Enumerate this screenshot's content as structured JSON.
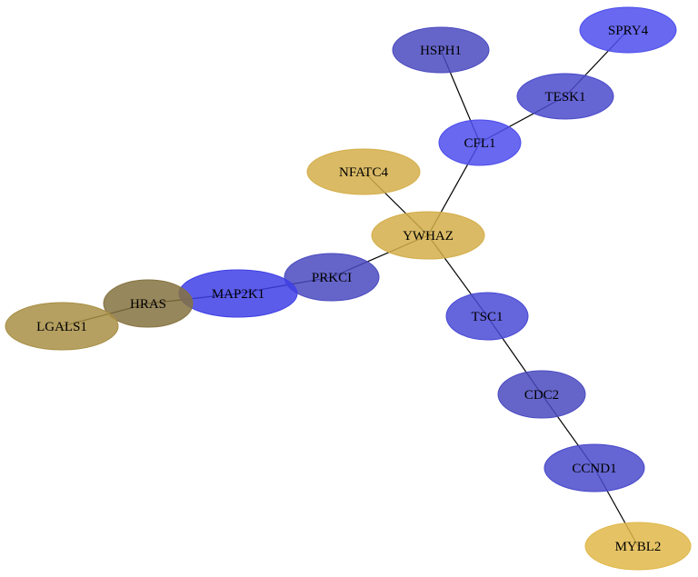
{
  "nodes": [
    {
      "id": "SPRY4",
      "label": "SPRY4",
      "color": "#4d4ded"
    },
    {
      "id": "HSPH1",
      "label": "HSPH1",
      "color": "#4a4ac0"
    },
    {
      "id": "TESK1",
      "label": "TESK1",
      "color": "#4a4acb"
    },
    {
      "id": "CFL1",
      "label": "CFL1",
      "color": "#4d4ded"
    },
    {
      "id": "NFATC4",
      "label": "NFATC4",
      "color": "#d4ae4a"
    },
    {
      "id": "YWHAZ",
      "label": "YWHAZ",
      "color": "#d4ae4a"
    },
    {
      "id": "PRKCI",
      "label": "PRKCI",
      "color": "#4a4ac0"
    },
    {
      "id": "MAP2K1",
      "label": "MAP2K1",
      "color": "#3f3fe6"
    },
    {
      "id": "HRAS",
      "label": "HRAS",
      "color": "#857240"
    },
    {
      "id": "LGALS1",
      "label": "LGALS1",
      "color": "#a88f45"
    },
    {
      "id": "TSC1",
      "label": "TSC1",
      "color": "#4a4ad6"
    },
    {
      "id": "CDC2",
      "label": "CDC2",
      "color": "#4a4ac0"
    },
    {
      "id": "CCND1",
      "label": "CCND1",
      "color": "#4a4acb"
    },
    {
      "id": "MYBL2",
      "label": "MYBL2",
      "color": "#e0b84a"
    }
  ],
  "edges": [
    [
      "SPRY4",
      "TESK1"
    ],
    [
      "HSPH1",
      "CFL1"
    ],
    [
      "TESK1",
      "CFL1"
    ],
    [
      "CFL1",
      "YWHAZ"
    ],
    [
      "NFATC4",
      "YWHAZ"
    ],
    [
      "YWHAZ",
      "PRKCI"
    ],
    [
      "YWHAZ",
      "TSC1"
    ],
    [
      "PRKCI",
      "MAP2K1"
    ],
    [
      "MAP2K1",
      "HRAS"
    ],
    [
      "HRAS",
      "LGALS1"
    ],
    [
      "TSC1",
      "CDC2"
    ],
    [
      "CDC2",
      "CCND1"
    ],
    [
      "CCND1",
      "MYBL2"
    ]
  ]
}
